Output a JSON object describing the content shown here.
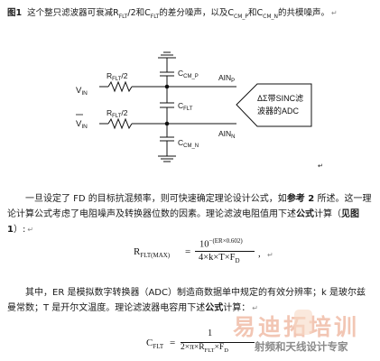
{
  "caption": {
    "label": "图1",
    "text_pre": "这个整只滤波器可衰减R",
    "rflt_sub": "FLT",
    "text_mid1": "/2和C",
    "cflt_sub": "FLT",
    "text_mid2": "的差分噪声，以及C",
    "ccmp_sub": "CM_P",
    "text_and": "和C",
    "ccmn_sub": "CM_N",
    "text_post": "的共模噪声。"
  },
  "circuit": {
    "vin": "V",
    "vin_sub": "IN",
    "vin_bar": "V",
    "vin_bar_sub": "IN",
    "r_top": "R",
    "r_top_sub": "FLT",
    "r_top_suffix": "/2",
    "r_bottom": "R",
    "r_bottom_sub": "FLT",
    "r_bottom_suffix": "/2",
    "c_cm_p": "C",
    "c_cm_p_sub": "CM_P",
    "c_flt": "C",
    "c_flt_sub": "FLT",
    "c_cm_n": "C",
    "c_cm_n_sub": "CM_N",
    "ain_p": "AIN",
    "ain_p_sub": "P",
    "ain_n": "AIN",
    "ain_n_sub": "N",
    "adc_line1": "ΔΣ带SINC滤",
    "adc_line2": "波器的ADC"
  },
  "para1": {
    "t1": "一旦设定了 FD 的目标抗混频率，则可快速确定理论设计公式，如",
    "ref": "参考 2",
    "t2": " 所述。这一理论计算公式考虑了电阻噪声及转换器位数的因素。理论滤波电阻值用下述",
    "formula": "公式",
    "t3": "计算（",
    "see": "见图 1",
    "t4": "）:"
  },
  "eq1": {
    "lhs": "R",
    "lhs_sub": "FLT(MAX)",
    "eq": "=",
    "num": "10",
    "num_exp": "−(ER×0.602)",
    "den": "4×k×T×F",
    "den_sub": "D",
    "tail": ","
  },
  "para2": {
    "t1": "其中，ER 是模拟数字转换器（ADC）制造商数据单中规定的有效分辨率；k 是玻尔兹曼常数；T 是开尔文温度。理论滤波器电容用下述",
    "formula": "公式",
    "t2": "计算："
  },
  "eq2": {
    "lhs": "C",
    "lhs_sub": "FLT",
    "eq": "=",
    "num": "1",
    "den": "2×π×R",
    "den_sub": "FLT",
    "den_mid": "×F",
    "den_sub2": "D"
  },
  "watermark": {
    "main": "易迪拓培训",
    "sub": "射频和天线设计专家"
  }
}
